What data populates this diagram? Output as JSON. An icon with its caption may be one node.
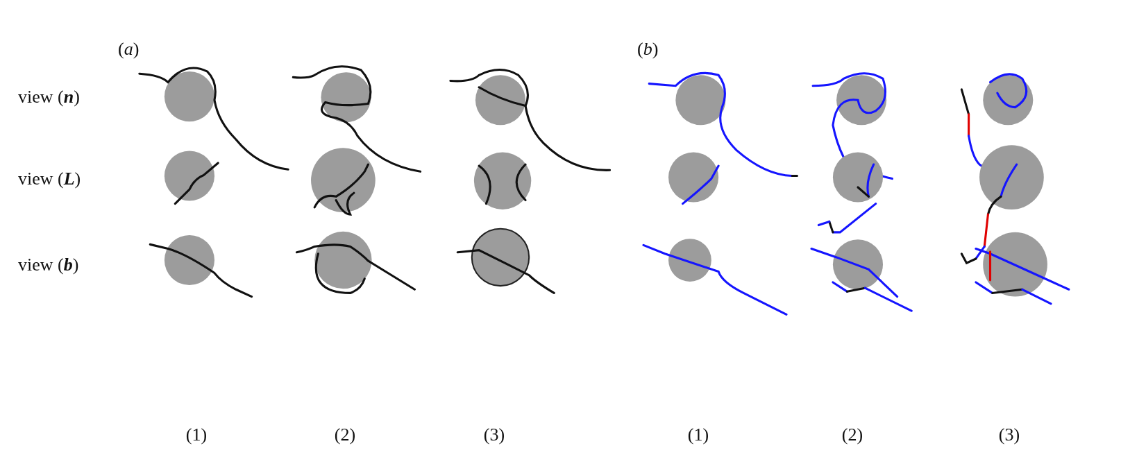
{
  "diagram": {
    "labels": [
      "(*a*)",
      "(*b*)",
      "view (**n**)",
      "view (**L**)",
      "view (**b**)",
      "(1)",
      "(2)",
      "(3)",
      "(1)",
      "(2)",
      "(3)"
    ]
  }
}
